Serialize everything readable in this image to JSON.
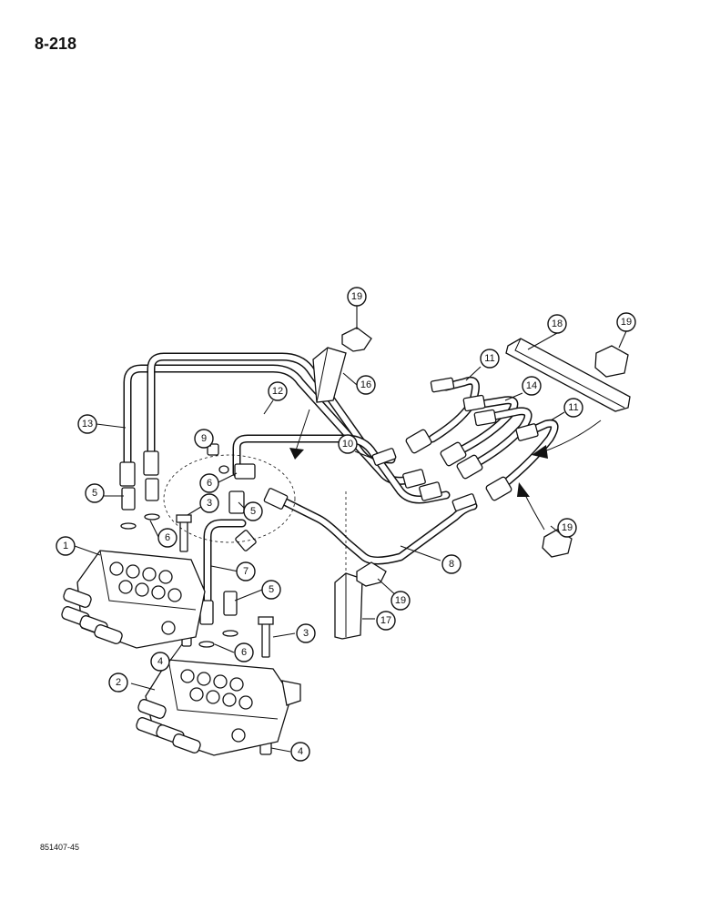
{
  "page": {
    "number": "8-218",
    "figure_code": "851407-45"
  },
  "callouts": [
    {
      "id": "c19a",
      "label": "19"
    },
    {
      "id": "c16",
      "label": "16"
    },
    {
      "id": "c18",
      "label": "18"
    },
    {
      "id": "c19b",
      "label": "19"
    },
    {
      "id": "c12",
      "label": "12"
    },
    {
      "id": "c11a",
      "label": "11"
    },
    {
      "id": "c14",
      "label": "14"
    },
    {
      "id": "c11b",
      "label": "11"
    },
    {
      "id": "c13",
      "label": "13"
    },
    {
      "id": "c9",
      "label": "9"
    },
    {
      "id": "c10",
      "label": "10"
    },
    {
      "id": "c6a",
      "label": "6"
    },
    {
      "id": "c5a",
      "label": "5"
    },
    {
      "id": "c5b",
      "label": "5"
    },
    {
      "id": "c3a",
      "label": "3"
    },
    {
      "id": "c6b",
      "label": "6"
    },
    {
      "id": "c19c",
      "label": "19"
    },
    {
      "id": "c1",
      "label": "1"
    },
    {
      "id": "c8",
      "label": "8"
    },
    {
      "id": "c7",
      "label": "7"
    },
    {
      "id": "c19d",
      "label": "19"
    },
    {
      "id": "c5c",
      "label": "5"
    },
    {
      "id": "c17",
      "label": "17"
    },
    {
      "id": "c3b",
      "label": "3"
    },
    {
      "id": "c4a",
      "label": "4"
    },
    {
      "id": "c6c",
      "label": "6"
    },
    {
      "id": "c2",
      "label": "2"
    },
    {
      "id": "c4b",
      "label": "4"
    }
  ]
}
